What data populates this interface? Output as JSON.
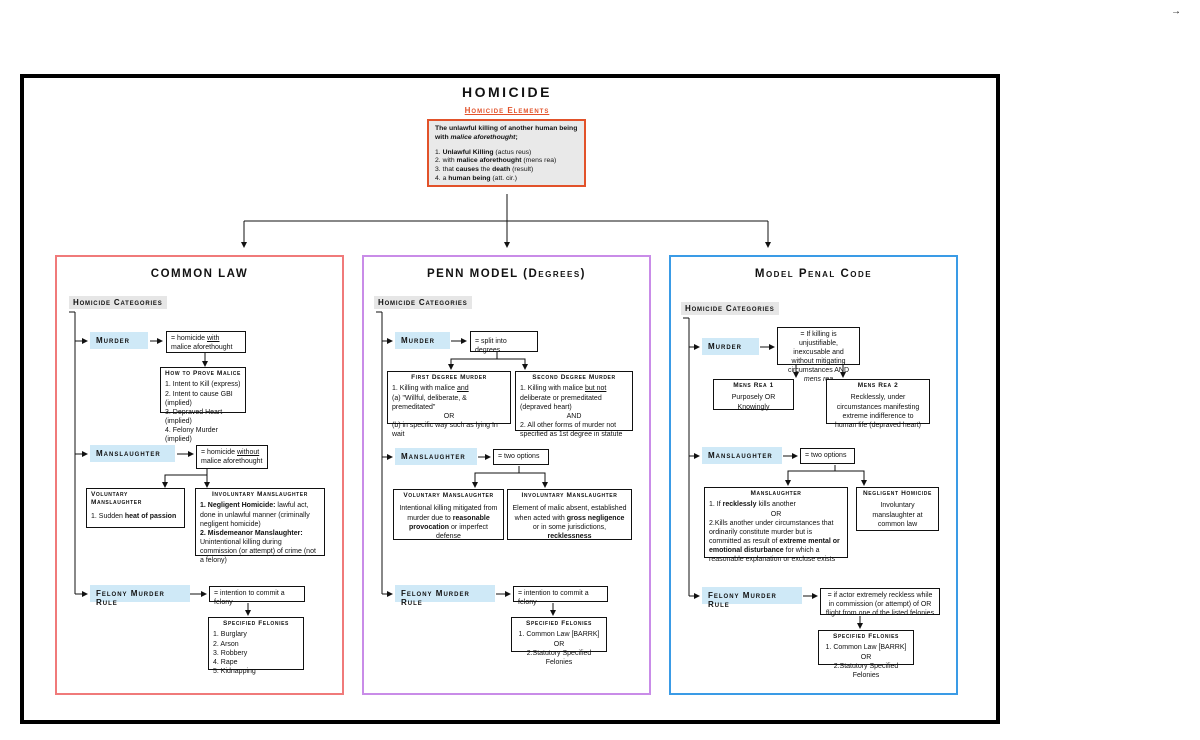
{
  "corner_arrow": "→",
  "colors": {
    "common_law": "#f07a7a",
    "penn": "#c98ce8",
    "mpc": "#3a9be6",
    "elements_border": "#e2522a",
    "elements_title": "#e2522a",
    "highlight": "#cfe9f7",
    "category_bg": "#e6e6e6"
  },
  "header": {
    "title": "HOMICIDE",
    "elements_label": "Homicide Elements",
    "definition_prefix": "The unlawful killing of another human being with",
    "definition_em": "malice aforethought",
    "definition_suffix": ";",
    "elements": [
      {
        "num": "1.",
        "bold": "Unlawful Killing",
        "rest": " (actus reus)"
      },
      {
        "num": "2.",
        "pre": "with ",
        "bold": "malice aforethought",
        "rest": " (mens rea)"
      },
      {
        "num": "3.",
        "pre": "that ",
        "bold": "causes",
        "rest2": " the ",
        "bold2": "death",
        "rest": " (result)"
      },
      {
        "num": "4.",
        "pre": "a ",
        "bold": "human being",
        "rest": " (att. cir.)"
      }
    ]
  },
  "common_law": {
    "title": "COMMON LAW",
    "categories_label": "Homicide Categories",
    "murder": {
      "label": "Murder",
      "def_pre": "= homicide ",
      "def_u": "with",
      "def_post": " malice aforethought"
    },
    "prove_malice": {
      "title": "How to Prove Malice",
      "items": [
        "1. Intent to Kill (express)",
        "2. Intent to cause GBI (implied)",
        "3. Depraved Heart (implied)",
        "4. Felony Murder (implied)"
      ]
    },
    "manslaughter": {
      "label": "Manslaughter",
      "def_pre": "= homicide ",
      "def_u": "without",
      "def_post": " malice aforethought"
    },
    "voluntary": {
      "title": "Voluntary Manslaughter",
      "pre": "1. Sudden ",
      "bold": "heat of passion"
    },
    "involuntary": {
      "title": "Involuntary Manslaughter",
      "i1_bold": "1. Negligent Homicide:",
      "i1_rest": " lawful act, done in unlawful manner (criminally negligent homicide)",
      "i2_bold": "2. Misdemeanor Manslaughter:",
      "i2_rest": " Unintentional killing during commission (or attempt) of crime (not a felony)"
    },
    "felony": {
      "label": "Felony Murder Rule",
      "def": "= intention to commit a felony"
    },
    "specified": {
      "title": "Specified Felonies",
      "items": [
        "1. Burglary",
        "2. Arson",
        "3. Robbery",
        "4. Rape",
        "5. Kidnapping"
      ]
    }
  },
  "penn": {
    "title_main": "PENN MODEL (",
    "title_sc": "Degrees",
    "title_end": ")",
    "categories_label": "Homicide Categories",
    "murder": {
      "label": "Murder",
      "def": "= split into degrees"
    },
    "first": {
      "title": "First Degree Murder",
      "l1_pre": "1. Killing with malice ",
      "l1_u": "and",
      "l2": "(a) \"Willful, deliberate, & premeditated\"",
      "l3": "OR",
      "l4": "(b) in specific way such as lying In wait"
    },
    "second": {
      "title": "Second Degree Murder",
      "l1_pre": "1. Killing with malice ",
      "l1_u": "but not",
      "l1_post": " deliberate or premeditated (depraved heart)",
      "l2": "AND",
      "l3": "2.  All other forms of murder not specified as 1st degree in statute"
    },
    "manslaughter": {
      "label": "Manslaughter",
      "def": "= two options"
    },
    "voluntary": {
      "title": "Voluntary Manslaughter",
      "pre": "Intentional killing mitigated from murder due to ",
      "bold": "reasonable provocation",
      "post": " or imperfect defense"
    },
    "involuntary": {
      "title": "Involuntary Manslaughter",
      "pre": "Element of malic absent, established when acted with ",
      "bold": "gross negligence",
      "mid": " or in some jurisdictions, ",
      "bold2": "recklessness"
    },
    "felony": {
      "label": "Felony Murder Rule",
      "def": "= intention to commit a felony"
    },
    "specified": {
      "title": "Specified Felonies",
      "l1": "1. Common Law [BARRK]",
      "l2": "OR",
      "l3": "2.Statutory Specified Felonies"
    }
  },
  "mpc": {
    "title": "Model Penal Code",
    "categories_label": "Homicide Categories",
    "murder": {
      "label": "Murder",
      "def_pre": "= If killing is unjustifiable, inexcusable and without mitigating circumstances AND ",
      "def_em": "mens rea"
    },
    "rea1": {
      "title": "Mens Rea 1",
      "text": "Purposely OR Knowingly"
    },
    "rea2": {
      "title": "Mens Rea 2",
      "text": "Recklessly, under circumstances manifesting extreme indifference to human life (depraved heart)"
    },
    "manslaughter": {
      "label": "Manslaughter",
      "def": "= two options"
    },
    "mans_box": {
      "title": "Manslaughter",
      "l1_pre": "1. If ",
      "l1_bold": "recklessly",
      "l1_post": " kills another",
      "l2": "OR",
      "l3_pre": "2.Kills another under circumstances that ordinarily constitute murder but is committed as result of ",
      "l3_bold": "extreme mental or emotional disturbance",
      "l3_post": " for which a reasonable explanation or excluse exists"
    },
    "negligent": {
      "title": "Negligent Homicide",
      "text": "Involuntary manslaughter at common law"
    },
    "felony": {
      "label": "Felony Murder Rule",
      "def": "= if actor extremely reckless while in commission (or attempt) of OR flight from one of the listed felonies"
    },
    "specified": {
      "title": "Specified Felonies",
      "l1": "1. Common Law [BARRK]",
      "l2": "OR",
      "l3": "2.Statutory Specified Felonies"
    }
  }
}
